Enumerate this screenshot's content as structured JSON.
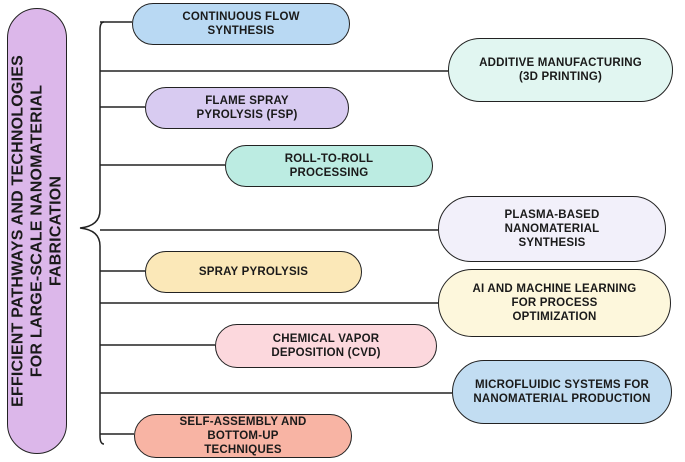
{
  "title": {
    "lines": [
      "EFFICIENT PATHWAYS AND TECHNOLOGIES",
      "FOR LARGE-SCALE NANOMATERIAL",
      "FABRICATION"
    ],
    "color": "#dcb7ea"
  },
  "nodes": [
    {
      "id": "continuous-flow",
      "lines": [
        "CONTINUOUS FLOW",
        "SYNTHESIS"
      ],
      "color": "#b9d9f3"
    },
    {
      "id": "additive-manufacturing",
      "lines": [
        "ADDITIVE MANUFACTURING",
        "(3D PRINTING)"
      ],
      "color": "#e1f6f1"
    },
    {
      "id": "flame-spray",
      "lines": [
        "FLAME SPRAY",
        "PYROLYSIS (FSP)"
      ],
      "color": "#d8cbf1"
    },
    {
      "id": "roll-to-roll",
      "lines": [
        "ROLL-TO-ROLL",
        "PROCESSING"
      ],
      "color": "#bcece2"
    },
    {
      "id": "plasma-based",
      "lines": [
        "PLASMA-BASED",
        "NANOMATERIAL",
        "SYNTHESIS"
      ],
      "color": "#f2f0fa"
    },
    {
      "id": "spray-pyrolysis",
      "lines": [
        "SPRAY PYROLYSIS"
      ],
      "color": "#fbe8b8"
    },
    {
      "id": "ai-ml",
      "lines": [
        "AI AND MACHINE LEARNING",
        "FOR PROCESS",
        "OPTIMIZATION"
      ],
      "color": "#fdf7dc"
    },
    {
      "id": "cvd",
      "lines": [
        "CHEMICAL VAPOR",
        "DEPOSITION (CVD)"
      ],
      "color": "#fcd8dd"
    },
    {
      "id": "microfluidic",
      "lines": [
        "MICROFLUIDIC SYSTEMS FOR",
        "NANOMATERIAL PRODUCTION"
      ],
      "color": "#c2ddf2"
    },
    {
      "id": "self-assembly",
      "lines": [
        "SELF-ASSEMBLY AND",
        "BOTTOM-UP",
        "TECHNIQUES"
      ],
      "color": "#f8b4a4"
    }
  ]
}
